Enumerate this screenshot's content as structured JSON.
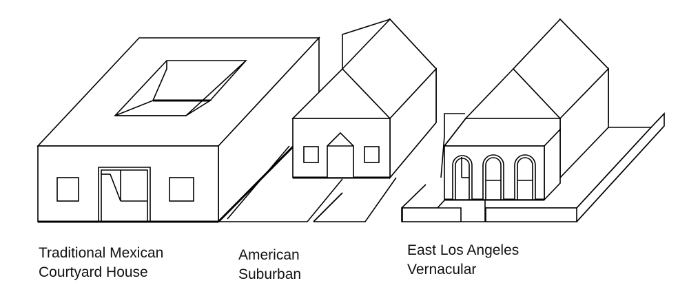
{
  "captions": {
    "mexican": {
      "line1": "Traditional Mexican",
      "line2": "Courtyard House"
    },
    "american": {
      "line1": "American",
      "line2": "Suburban"
    },
    "ela": {
      "line1": "East Los Angeles",
      "line2": "Vernacular"
    }
  }
}
